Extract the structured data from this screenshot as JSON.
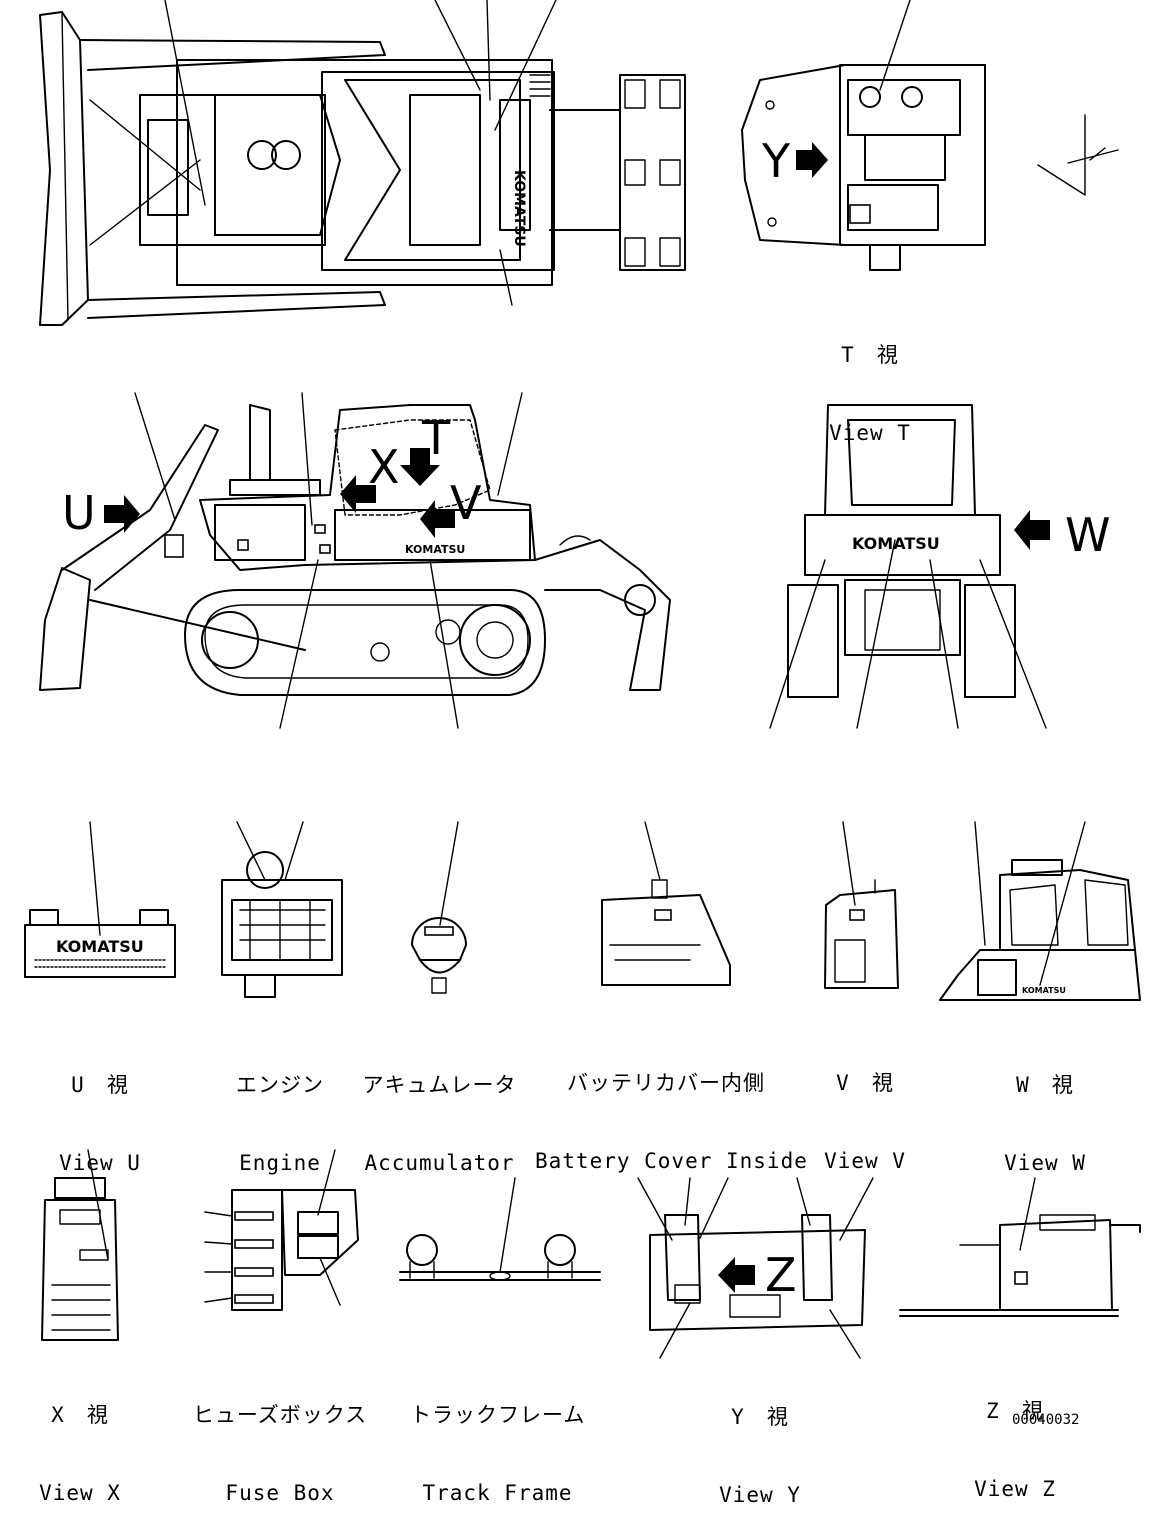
{
  "views": {
    "t": {
      "jp": "T　視",
      "en": "View T"
    },
    "u": {
      "jp": "U　視",
      "en": "View U"
    },
    "engine": {
      "jp": "エンジン",
      "en": "Engine"
    },
    "accumulator": {
      "jp": "アキュムレータ",
      "en": "Accumulator"
    },
    "battery": {
      "jp": "バッテリカバー内側",
      "en": "Battery Cover Inside"
    },
    "v": {
      "jp": "V　視",
      "en": "View V"
    },
    "w": {
      "jp": "W　視",
      "en": "View W"
    },
    "x": {
      "jp": "X　視",
      "en": "View X"
    },
    "fuse": {
      "jp": "ヒューズボックス",
      "en": "Fuse Box"
    },
    "track": {
      "jp": "トラックフレーム",
      "en": "Track Frame"
    },
    "y": {
      "jp": "Y　視",
      "en": "View Y"
    },
    "z": {
      "jp": "Z　視",
      "en": "View Z"
    }
  },
  "markers": {
    "u": "U",
    "x": "X",
    "t": "T",
    "v": "V",
    "w": "W",
    "y": "Y",
    "z": "Z"
  },
  "brand": "KOMATSU",
  "doc_id": "00040032"
}
